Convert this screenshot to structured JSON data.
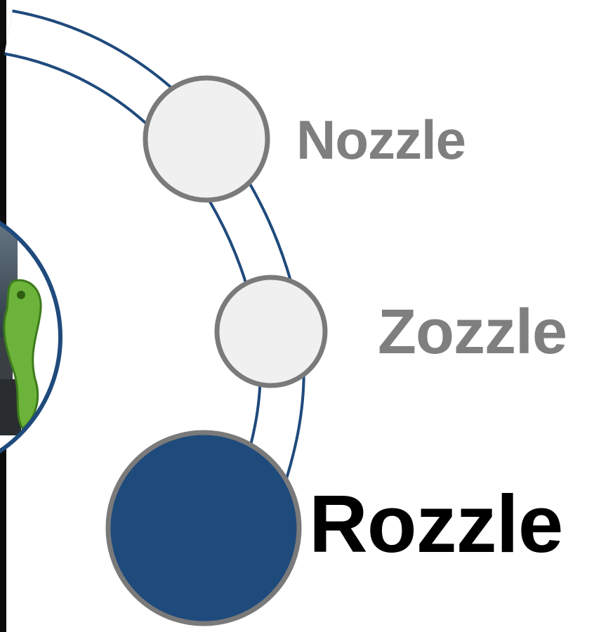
{
  "colors": {
    "track_outline": "#1f4a7c",
    "track_fill": "#ffffff",
    "node_inactive_fill": "#f0f0f0",
    "node_outline": "#7a7a7a",
    "node_active_fill": "#1f4a7c",
    "label_inactive": "#7f7f7f",
    "label_active": "#000000"
  },
  "steps": [
    {
      "label": "Nozzle",
      "state": "inactive"
    },
    {
      "label": "Zozzle",
      "state": "inactive"
    },
    {
      "label": "Rozzle",
      "state": "active"
    }
  ],
  "photo": {
    "description_icon": "computer-with-lizard-mascot"
  }
}
